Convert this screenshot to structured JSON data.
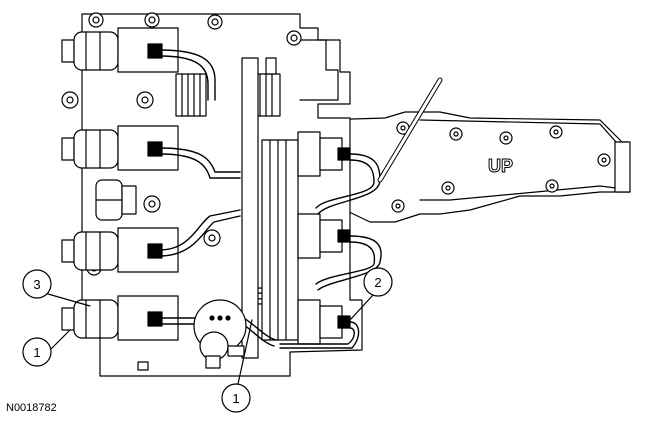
{
  "figure": {
    "reference_code": "N0018782",
    "marking_up": "UP"
  },
  "callouts": [
    {
      "id": "c1",
      "label": "1"
    },
    {
      "id": "c2",
      "label": "2"
    },
    {
      "id": "c3",
      "label": "3"
    },
    {
      "id": "c4",
      "label": "1"
    }
  ]
}
